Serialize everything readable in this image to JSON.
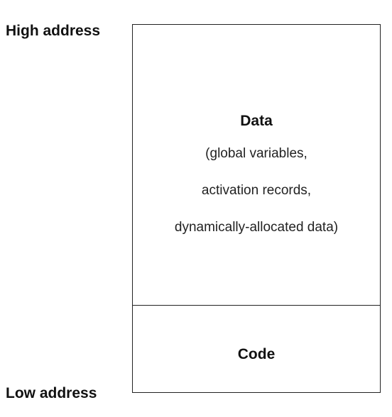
{
  "labels": {
    "high": "High address",
    "low": "Low address"
  },
  "segments": {
    "data": {
      "title": "Data",
      "lines": [
        "(global variables,",
        "activation records,",
        "dynamically-allocated data)"
      ]
    },
    "code": {
      "title": "Code"
    }
  }
}
